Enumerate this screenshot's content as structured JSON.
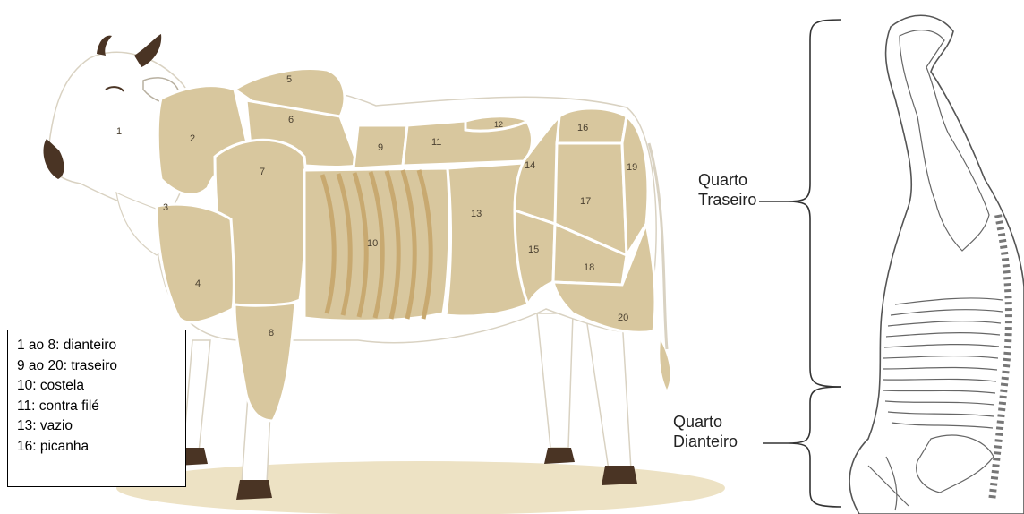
{
  "cuts": [
    "1",
    "2",
    "3",
    "4",
    "5",
    "6",
    "7",
    "8",
    "9",
    "10",
    "11",
    "12",
    "13",
    "14",
    "15",
    "16",
    "17",
    "18",
    "19",
    "20"
  ],
  "legend": [
    "1 ao 8: dianteiro",
    "9 ao 20: traseiro",
    "10: costela",
    "11: contra filé",
    "13: vazio",
    "16: picanha"
  ],
  "quarters": {
    "traseiro": [
      "Quarto",
      "Traseiro"
    ],
    "dianteiro": [
      "Quarto",
      "Dianteiro"
    ]
  },
  "colors": {
    "meat": "#d8c79e",
    "white": "#ffffff",
    "hoof": "#4a3424",
    "ground": "#ede2c4",
    "stripes": "#c8a970",
    "outline": "#6b6155"
  }
}
